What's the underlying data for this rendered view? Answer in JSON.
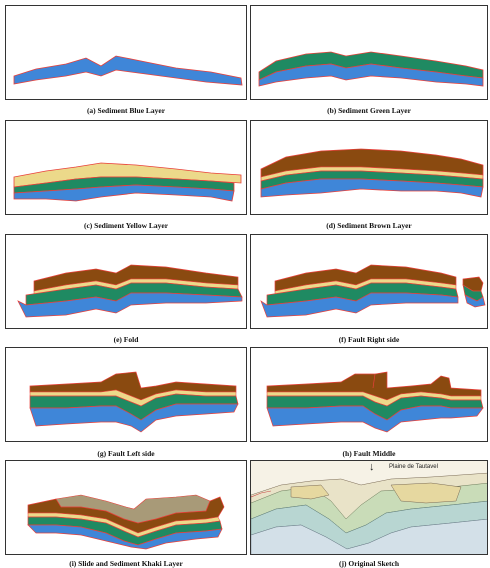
{
  "captions": {
    "a": "(a) Sediment Blue Layer",
    "b": "(b) Sediment Green Layer",
    "c": "(c) Sediment Yellow Layer",
    "d": "(d) Sediment Brown Layer",
    "e": "(e) Fold",
    "f": "(f) Fault Right side",
    "g": "(g) Fault Left side",
    "h": "(h) Fault Middle",
    "i": "(i) Slide and Sediment Khaki Layer",
    "j": "(j) Original Sketch"
  },
  "sketch": {
    "title": "Plaine de Tautavel",
    "arrow": "↓"
  },
  "colors": {
    "blue": "#3f86d8",
    "green": "#1f8a62",
    "yellow": "#ecd98a",
    "brown": "#8a4a10",
    "khaki": "#a89a78",
    "outline": "#e8403a"
  }
}
